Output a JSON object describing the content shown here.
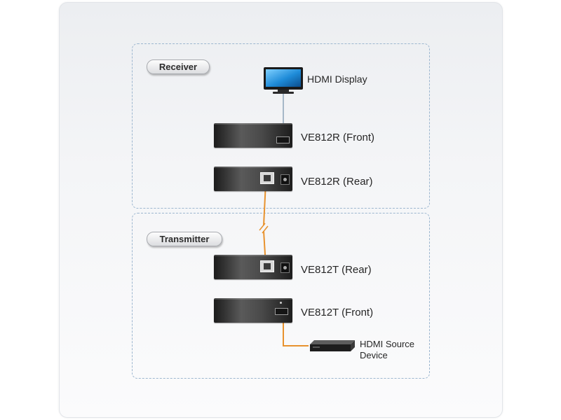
{
  "groups": {
    "receiver": "Receiver",
    "transmitter": "Transmitter"
  },
  "labels": {
    "hdmi_display": "HDMI Display",
    "ve812r_front": "VE812R (Front)",
    "ve812r_rear": "VE812R (Rear)",
    "ve812t_rear": "VE812T (Rear)",
    "ve812t_front": "VE812T (Front)",
    "hdmi_source_line1": "HDMI Source",
    "hdmi_source_line2": "Device"
  },
  "colors": {
    "hdmi_cable": "#a6b8c8",
    "cat_cable": "#e8922e",
    "source_cable": "#e8922e",
    "zone_border": "#9cb6cf"
  },
  "icons": {
    "display": "monitor-icon",
    "source": "set-top-box-icon"
  }
}
